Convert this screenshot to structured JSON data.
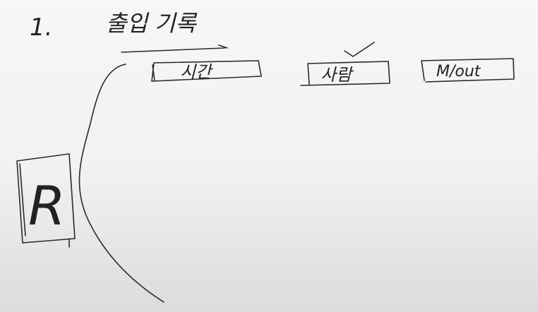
{
  "heading": {
    "number": "1.",
    "title": "출입 기록"
  },
  "boxes": [
    {
      "label": "시간",
      "checked": false
    },
    {
      "label": "사람",
      "checked": true
    },
    {
      "label": "M/out",
      "checked": false
    }
  ],
  "side_box": {
    "letter": "R"
  },
  "colors": {
    "ink": "#2a2a2a",
    "background": "#f4f4f4"
  }
}
